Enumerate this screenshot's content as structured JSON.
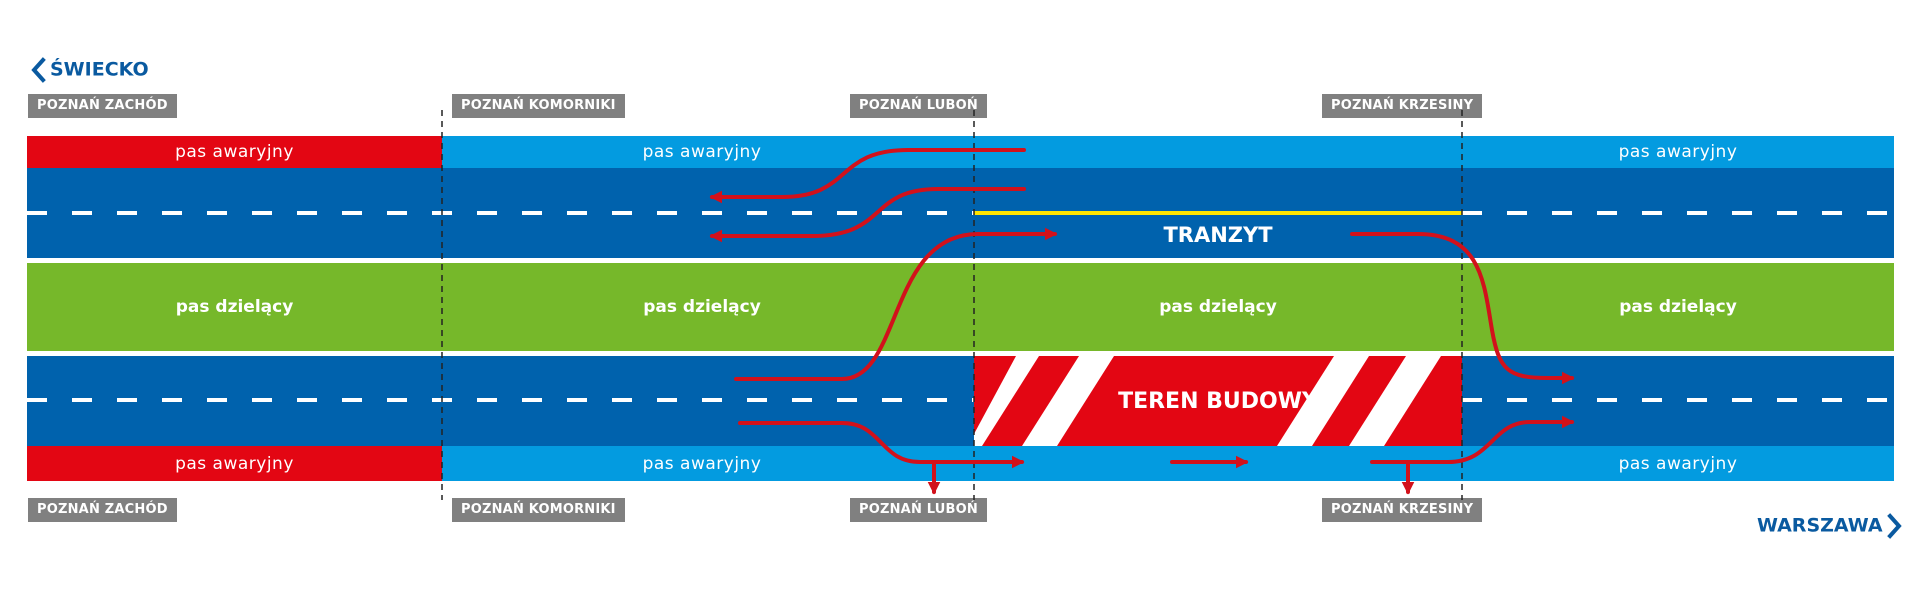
{
  "directions": {
    "west": "ŚWIECKO",
    "east": "WARSZAWA"
  },
  "interchanges_top": [
    "POZNAŃ ZACHÓD",
    "POZNAŃ KOMORNIKI",
    "POZNAŃ LUBOŃ",
    "POZNAŃ KRZESINY"
  ],
  "interchanges_bottom": [
    "POZNAŃ ZACHÓD",
    "POZNAŃ KOMORNIKI",
    "POZNAŃ LUBOŃ",
    "POZNAŃ KRZESINY"
  ],
  "shoulder_label": "pas awaryjny",
  "median_label": "pas dzielący",
  "transit_label": "TRANZYT",
  "construction_label": "TEREN BUDOWY",
  "colors": {
    "shoulder": "#039be0",
    "shoulder_closed": "#e30613",
    "carriageway": "#0062ad",
    "median": "#76b82a",
    "construction": "#e30613",
    "arrow": "#d2111b",
    "transit_line": "#ffe500",
    "tag": "#808080",
    "direction_text": "#0a5aa0"
  }
}
